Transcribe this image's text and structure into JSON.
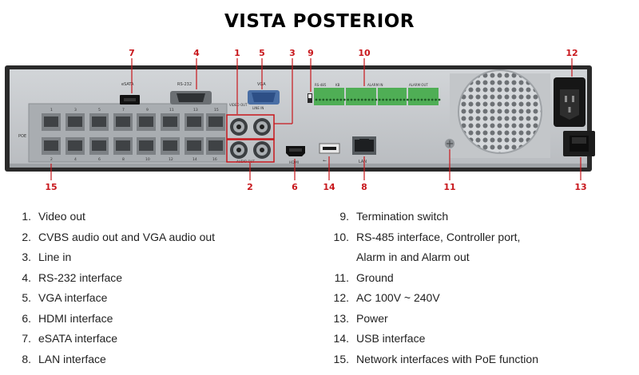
{
  "title": "VISTA POSTERIOR",
  "panel_labels": {
    "esata": "eSATA",
    "rs232": "RS-232",
    "vga": "VGA",
    "video_out": "VIDEO OUT",
    "line_in": "LINE IN",
    "audio_out": "AUDIO OUT",
    "hdmi": "HDMI",
    "lan": "LAN",
    "rs485": "RS-485",
    "kb": "KB",
    "alarm_in": "ALARM IN",
    "alarm_out": "ALARM OUT",
    "poe": "POE",
    "port_numbers_top": [
      "1",
      "3",
      "5",
      "7",
      "9",
      "11",
      "13",
      "15"
    ],
    "port_numbers_bottom": [
      "2",
      "4",
      "6",
      "8",
      "10",
      "12",
      "14",
      "16"
    ]
  },
  "callouts": {
    "c1": "1",
    "c2": "2",
    "c3": "3",
    "c4": "4",
    "c5": "5",
    "c6": "6",
    "c7": "7",
    "c8": "8",
    "c9": "9",
    "c10": "10",
    "c11": "11",
    "c12": "12",
    "c13": "13",
    "c14": "14",
    "c15": "15"
  },
  "legend_left": [
    {
      "num": "1.",
      "text": "Video out"
    },
    {
      "num": "2.",
      "text": "CVBS audio out and VGA audio out"
    },
    {
      "num": "3.",
      "text": "Line in"
    },
    {
      "num": "4.",
      "text": "RS-232 interface"
    },
    {
      "num": "5.",
      "text": "VGA interface"
    },
    {
      "num": "6.",
      "text": "HDMI interface"
    },
    {
      "num": "7.",
      "text": "eSATA interface"
    },
    {
      "num": "8.",
      "text": "LAN interface"
    }
  ],
  "legend_right": [
    {
      "num": "9.",
      "text": "Termination switch"
    },
    {
      "num": "10.",
      "text": "RS-485 interface, Controller port,"
    },
    {
      "num": "",
      "text": "Alarm in and Alarm out"
    },
    {
      "num": "11.",
      "text": "Ground"
    },
    {
      "num": "12.",
      "text": "AC 100V ~ 240V"
    },
    {
      "num": "13.",
      "text": "Power"
    },
    {
      "num": "14.",
      "text": "USB interface"
    },
    {
      "num": "15.",
      "text": "Network interfaces with PoE function"
    }
  ],
  "colors": {
    "callout_red": "#c8171c",
    "panel": "#c9cccf",
    "chassis_frame": "#2a2a2a",
    "terminal_green": "#4fae55"
  }
}
